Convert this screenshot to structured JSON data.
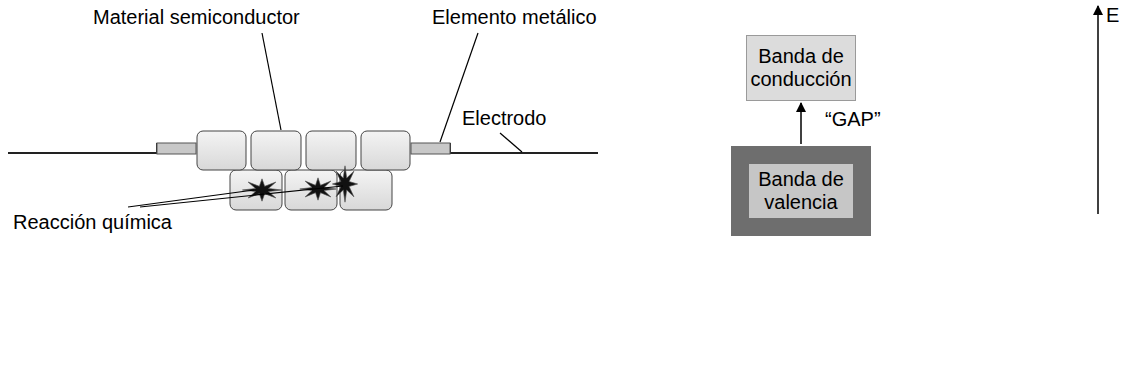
{
  "diagram": {
    "nodes": [
      {
        "text": [
          "Banda de conducción"
        ]
      },
      {
        "text": [
          "Banda de valencia"
        ]
      }
    ],
    "edges": [
      {
        "from": 1,
        "to": 0,
        "arrow": "to",
        "label": "“GAP”"
      }
    ],
    "labels": [
      "Material semiconductor",
      "Elemento metálico",
      "Electrodo",
      "Reacción química",
      "E"
    ]
  }
}
